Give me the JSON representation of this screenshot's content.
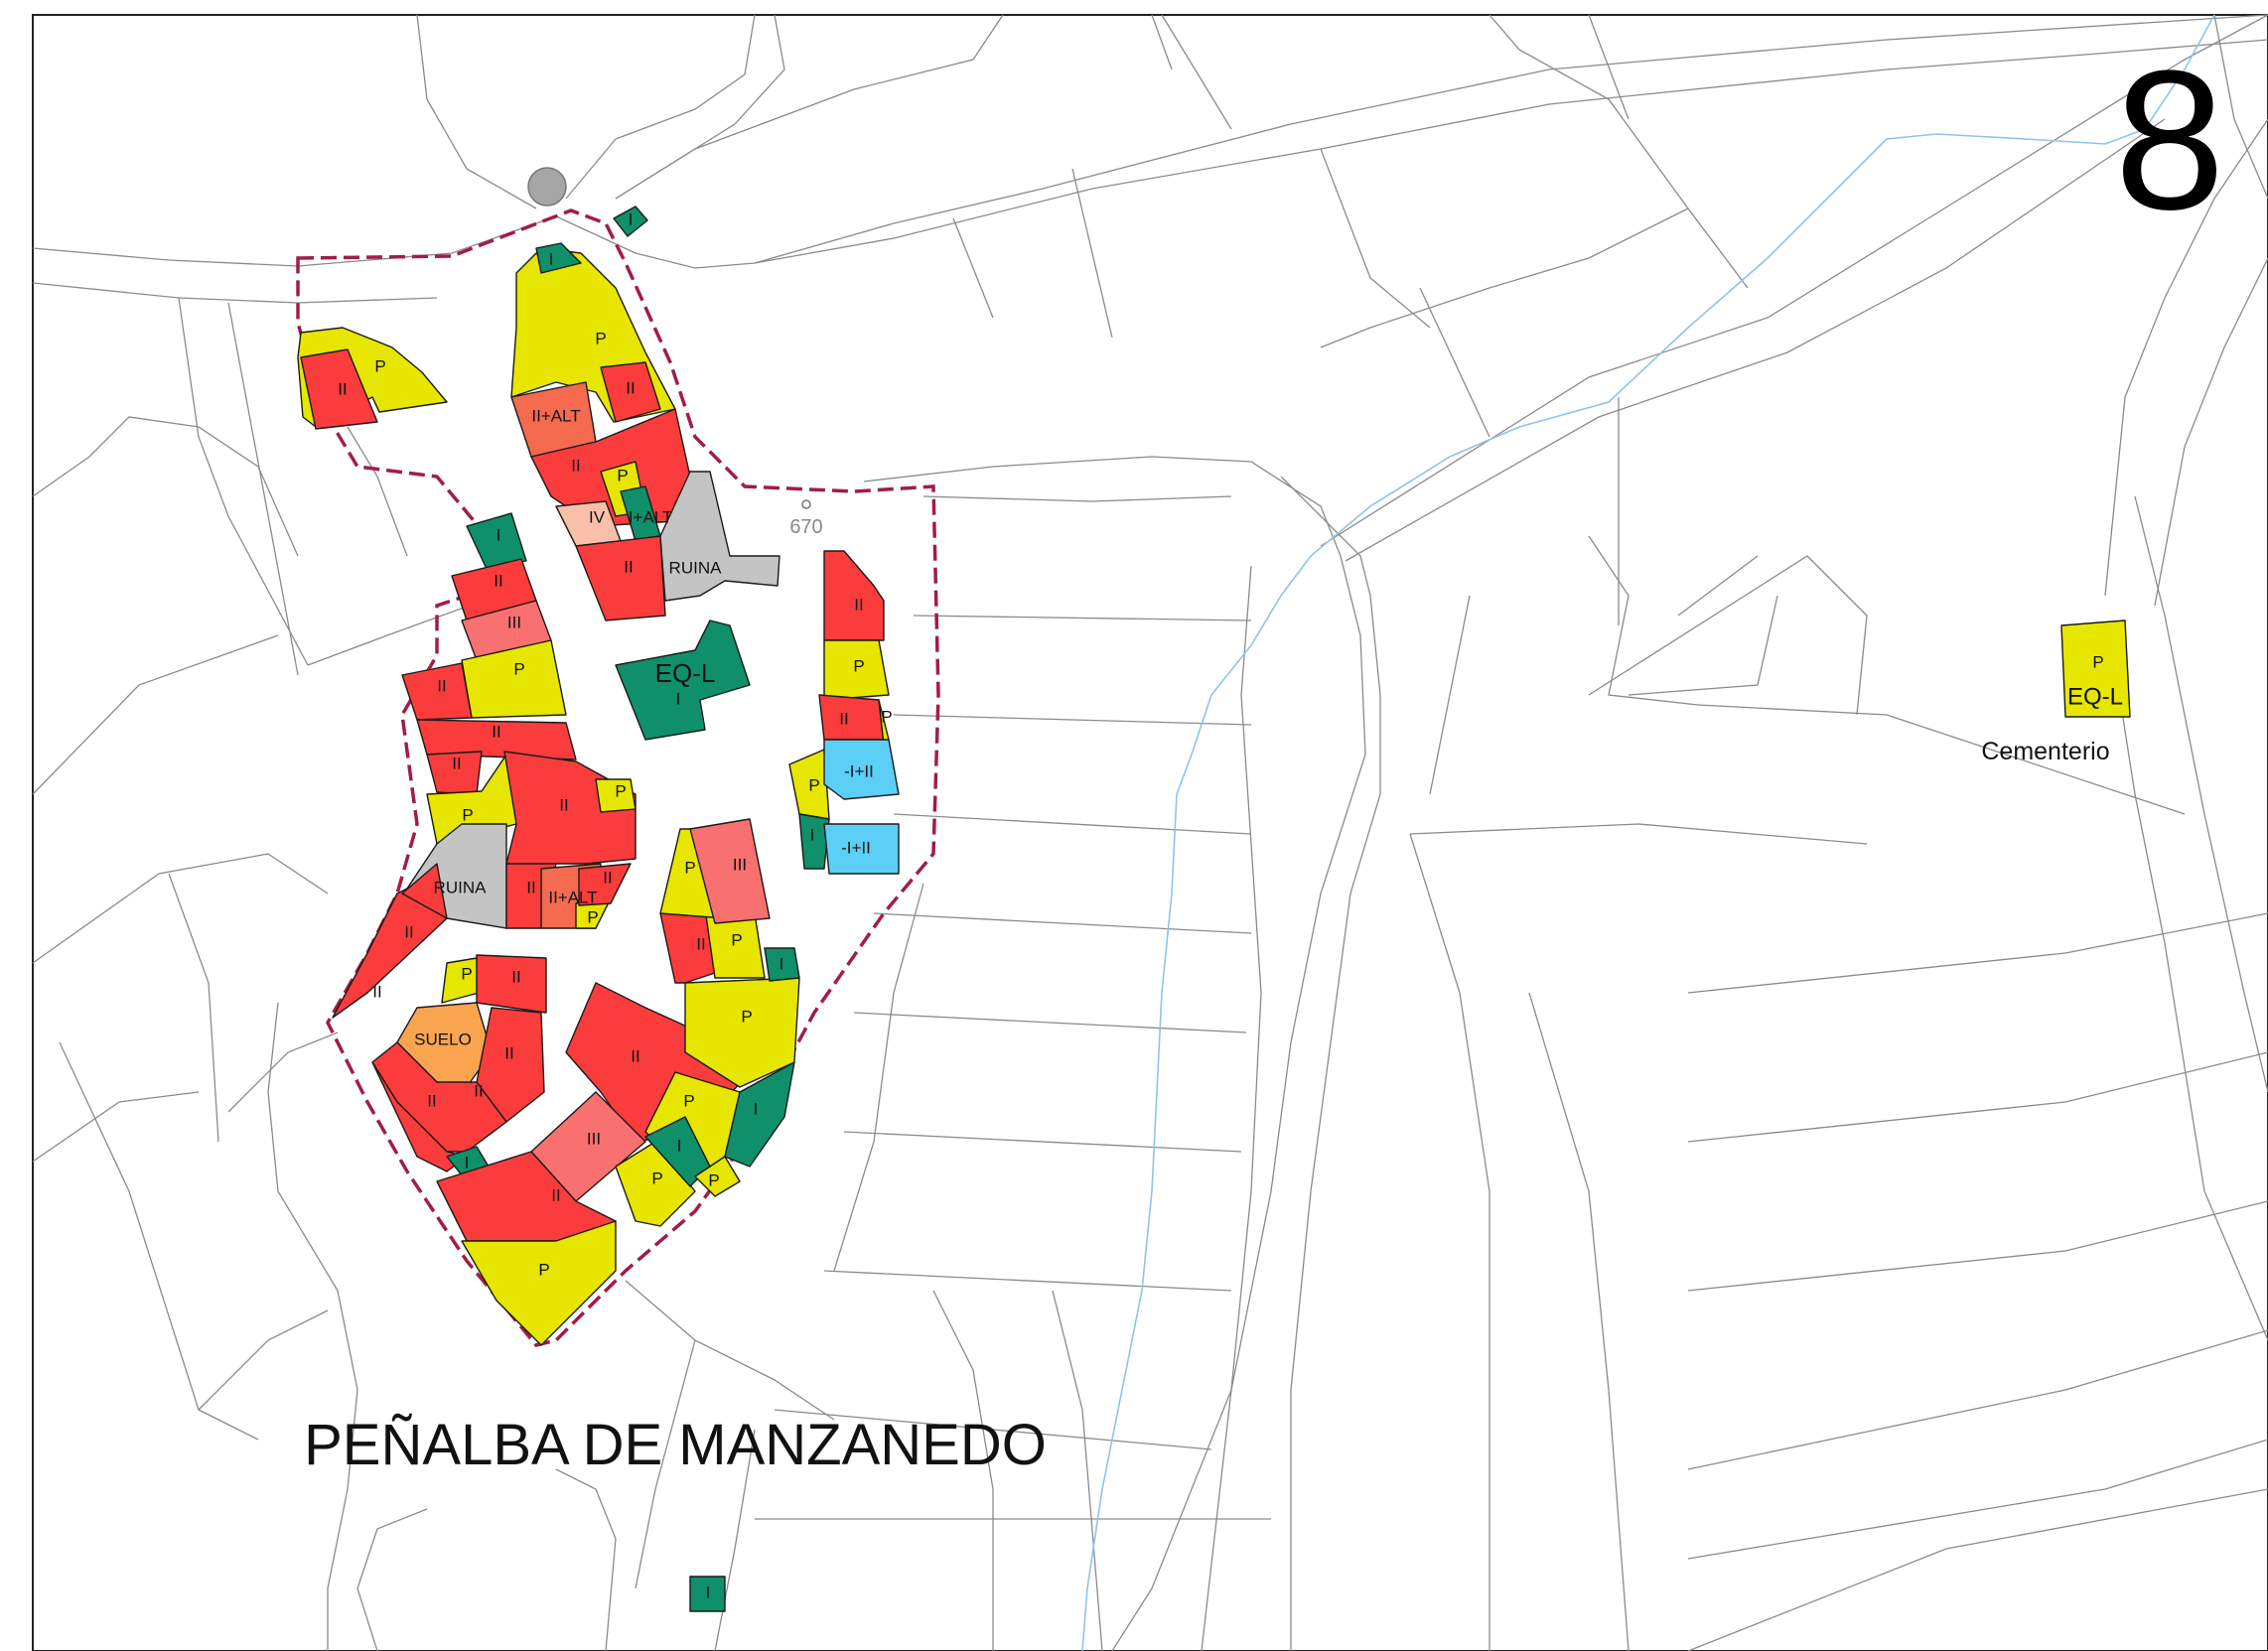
{
  "map": {
    "sheet_number": "8",
    "town_name": "PEÑALBA DE MANZANEDO",
    "elevation_label": "670",
    "cemetery_label": "Cementerio"
  },
  "legend_colors": {
    "P": "#e6e600",
    "I": "#0f8f6a",
    "II": "#fa3c3c",
    "III": "#f87070",
    "IV": "#f9bfa8",
    "II+ALT": "#f46a4e",
    "RUINA": "#c4c4c4",
    "SUELO": "#f9a550",
    "-I+II": "#5ccff7",
    "EQ-L": "#0f8f6a",
    "urban_boundary": "#a01e44"
  },
  "labels": {
    "P": "P",
    "I": "I",
    "II": "II",
    "III": "III",
    "IV": "IV",
    "II_ALT": "II+ALT",
    "I_ALT": "I+ALT",
    "RUINA": "RUINA",
    "SUELO": "SUELO",
    "I_II": "-I+II",
    "EQL": "EQ-L"
  }
}
